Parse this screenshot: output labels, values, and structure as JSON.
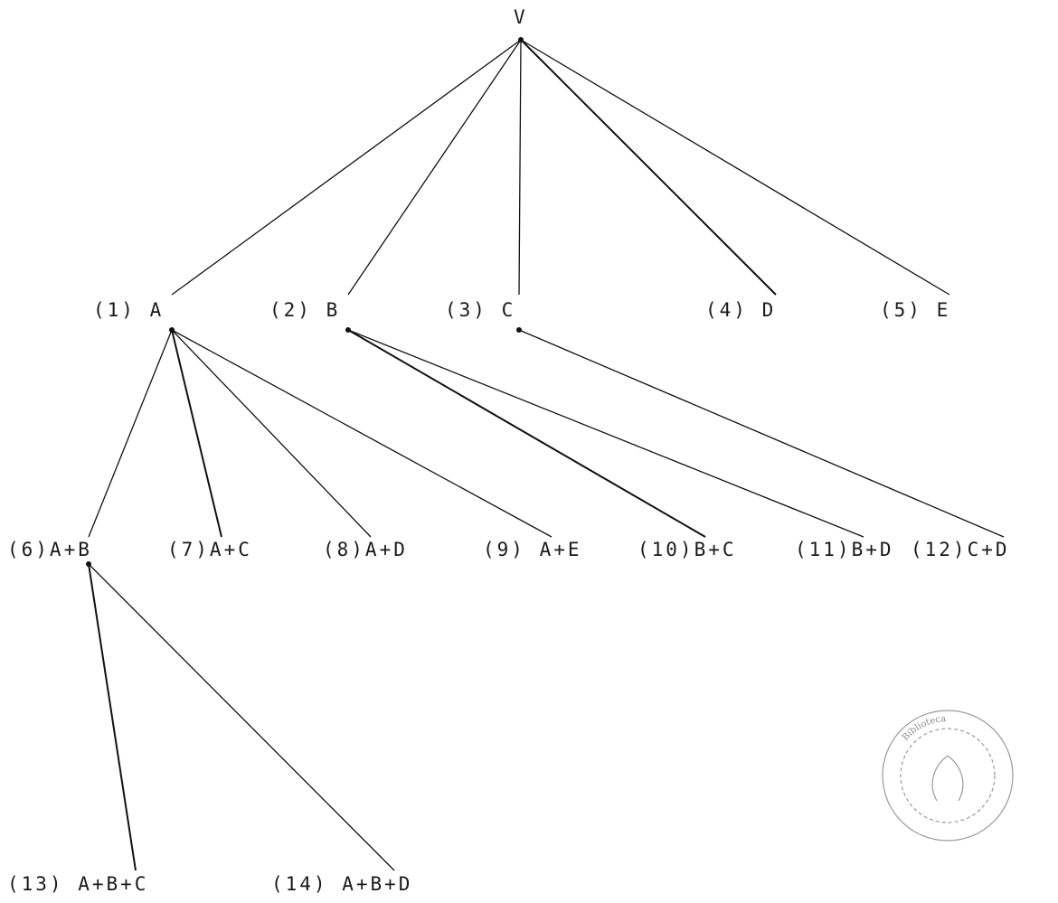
{
  "root": {
    "label": "V"
  },
  "level1": [
    {
      "id": "n1",
      "label": "(1) A"
    },
    {
      "id": "n2",
      "label": "(2) B"
    },
    {
      "id": "n3",
      "label": "(3) C"
    },
    {
      "id": "n4",
      "label": "(4) D"
    },
    {
      "id": "n5",
      "label": "(5) E"
    }
  ],
  "level2": [
    {
      "id": "n6",
      "label": "(6)A+B"
    },
    {
      "id": "n7",
      "label": "(7)A+C"
    },
    {
      "id": "n8",
      "label": "(8)A+D"
    },
    {
      "id": "n9",
      "label": "(9) A+E"
    },
    {
      "id": "n10",
      "label": "(10)B+C"
    },
    {
      "id": "n11",
      "label": "(11)B+D"
    },
    {
      "id": "n12",
      "label": "(12)C+D"
    }
  ],
  "level3": [
    {
      "id": "n13",
      "label": "(13) A+B+C"
    },
    {
      "id": "n14",
      "label": "(14) A+B+D"
    }
  ],
  "edges": [
    [
      "root",
      "n1"
    ],
    [
      "root",
      "n2"
    ],
    [
      "root",
      "n3"
    ],
    [
      "root",
      "n4"
    ],
    [
      "root",
      "n5"
    ],
    [
      "n1",
      "n6"
    ],
    [
      "n1",
      "n7"
    ],
    [
      "n1",
      "n8"
    ],
    [
      "n1",
      "n9"
    ],
    [
      "n2",
      "n10"
    ],
    [
      "n2",
      "n11"
    ],
    [
      "n3",
      "n12"
    ],
    [
      "n6",
      "n13"
    ],
    [
      "n6",
      "n14"
    ]
  ],
  "stamp": {
    "text": "Biblioteca"
  }
}
